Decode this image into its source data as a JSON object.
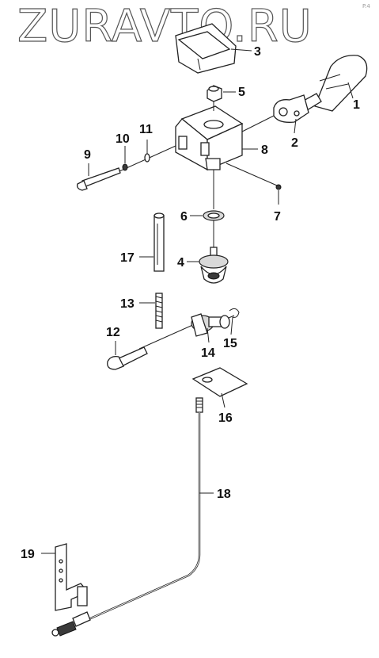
{
  "watermark": "ZURAVTO.RU",
  "corner_mark": "P.4",
  "callouts": [
    {
      "id": "1",
      "label": "1"
    },
    {
      "id": "2",
      "label": "2"
    },
    {
      "id": "3",
      "label": "3"
    },
    {
      "id": "4",
      "label": "4"
    },
    {
      "id": "5",
      "label": "5"
    },
    {
      "id": "6",
      "label": "6"
    },
    {
      "id": "7",
      "label": "7"
    },
    {
      "id": "8",
      "label": "8"
    },
    {
      "id": "9",
      "label": "9"
    },
    {
      "id": "10",
      "label": "10"
    },
    {
      "id": "11",
      "label": "11"
    },
    {
      "id": "12",
      "label": "12"
    },
    {
      "id": "13",
      "label": "13"
    },
    {
      "id": "14",
      "label": "14"
    },
    {
      "id": "15",
      "label": "15"
    },
    {
      "id": "16",
      "label": "16"
    },
    {
      "id": "17",
      "label": "17"
    },
    {
      "id": "18",
      "label": "18"
    },
    {
      "id": "19",
      "label": "19"
    }
  ],
  "colors": {
    "line": "#222222",
    "fill": "#ffffff",
    "dark": "#3a3a3a"
  }
}
